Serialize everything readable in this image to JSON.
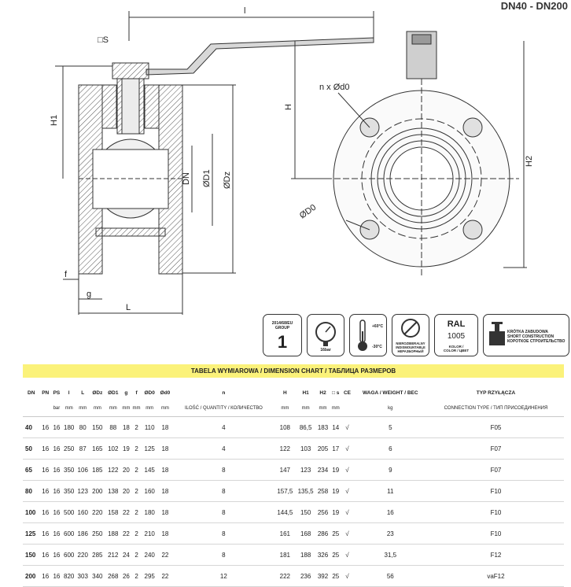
{
  "title": "DN40 - DN200",
  "drawing": {
    "labels": {
      "l": "l",
      "s": "□S",
      "h1": "H1",
      "h": "H",
      "dn": "DN",
      "d1": "ØD1",
      "dz": "ØDz",
      "f": "f",
      "g": "g",
      "L": "L",
      "nxd0": "n x Ød0",
      "D0": "ØD0",
      "h2": "H2"
    }
  },
  "badges": {
    "directive": {
      "line1": "2014/68/EU",
      "line2": "GROUP",
      "value": "1"
    },
    "pressure": {
      "label": "16bar"
    },
    "temperature": {
      "hot": "+60°C",
      "cold": "-30°C"
    },
    "nondismountable": {
      "line1": "NIEROZBIERALNY",
      "line2": "INDISMOUNTABLE",
      "line3": "НЕРАЗБОРНЫЙ"
    },
    "color": {
      "ral": "RAL",
      "code": "1005",
      "line1": "KOLOR /",
      "line2": "COLOR / ЦВЕТ"
    },
    "short": {
      "line1": "KRÓTKA ZABUDOWA",
      "line2": "SHORT CONSTRUCTION",
      "line3": "КОРОТКОЕ СТРОИТЕЛЬСТВО"
    }
  },
  "table": {
    "title": "TABELA WYMIAROWA / DIMENSION CHART / ТАБЛИЦА РАЗМЕРОВ",
    "headers": [
      "DN",
      "PN",
      "PS",
      "l",
      "L",
      "ØDz",
      "ØD1",
      "g",
      "f",
      "ØD0",
      "Ød0",
      "n",
      "H",
      "H1",
      "H2",
      "□ s",
      "CE",
      "WAGA / WEIGHT / ВЕС",
      "TYP RZYŁĄCZA"
    ],
    "units": [
      "",
      "",
      "bar",
      "mm",
      "mm",
      "mm",
      "mm",
      "mm",
      "mm",
      "mm",
      "mm",
      "ILOŚĆ / QUANTITY / КОЛИЧЕСТВО",
      "mm",
      "mm",
      "mm",
      "mm",
      "",
      "kg",
      "CONNECTION TYPE / ТИП ПРИСОЕДИНЕНИЯ"
    ],
    "rows": [
      [
        "40",
        "16",
        "16",
        "180",
        "80",
        "150",
        "88",
        "18",
        "2",
        "110",
        "18",
        "4",
        "108",
        "86,5",
        "183",
        "14",
        "√",
        "5",
        "F05"
      ],
      [
        "50",
        "16",
        "16",
        "250",
        "87",
        "165",
        "102",
        "19",
        "2",
        "125",
        "18",
        "4",
        "122",
        "103",
        "205",
        "17",
        "√",
        "6",
        "F07"
      ],
      [
        "65",
        "16",
        "16",
        "350",
        "106",
        "185",
        "122",
        "20",
        "2",
        "145",
        "18",
        "8",
        "147",
        "123",
        "234",
        "19",
        "√",
        "9",
        "F07"
      ],
      [
        "80",
        "16",
        "16",
        "350",
        "123",
        "200",
        "138",
        "20",
        "2",
        "160",
        "18",
        "8",
        "157,5",
        "135,5",
        "258",
        "19",
        "√",
        "11",
        "F10"
      ],
      [
        "100",
        "16",
        "16",
        "500",
        "160",
        "220",
        "158",
        "22",
        "2",
        "180",
        "18",
        "8",
        "144,5",
        "150",
        "256",
        "19",
        "√",
        "16",
        "F10"
      ],
      [
        "125",
        "16",
        "16",
        "600",
        "186",
        "250",
        "188",
        "22",
        "2",
        "210",
        "18",
        "8",
        "161",
        "168",
        "286",
        "25",
        "√",
        "23",
        "F10"
      ],
      [
        "150",
        "16",
        "16",
        "600",
        "220",
        "285",
        "212",
        "24",
        "2",
        "240",
        "22",
        "8",
        "181",
        "188",
        "326",
        "25",
        "√",
        "31,5",
        "F12"
      ],
      [
        "200",
        "16",
        "16",
        "820",
        "303",
        "340",
        "268",
        "26",
        "2",
        "295",
        "22",
        "12",
        "222",
        "236",
        "392",
        "25",
        "√",
        "56",
        "vaF12"
      ]
    ]
  }
}
